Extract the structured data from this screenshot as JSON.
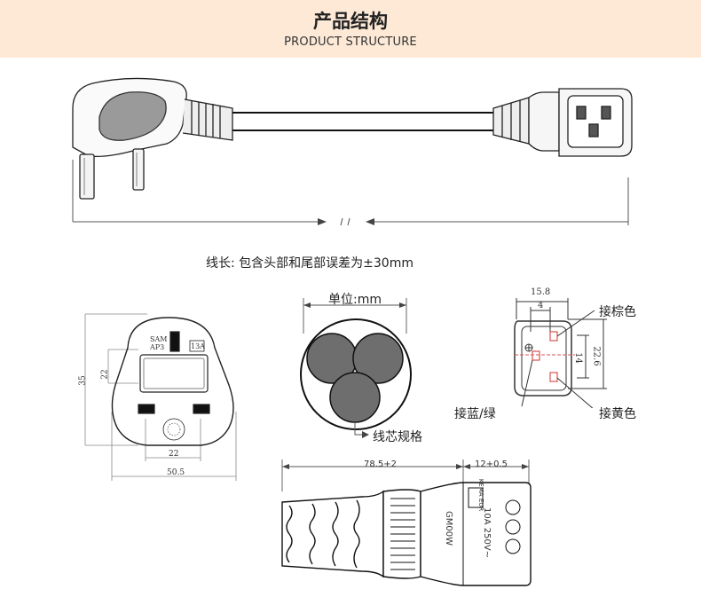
{
  "header": {
    "title_cn": "产品结构",
    "title_en": "PRODUCT STRUCTURE"
  },
  "cable": {
    "length_note": "线长: 包含头部和尾部误差为±30mm"
  },
  "uk_plug_drawing": {
    "dim_height": "35",
    "dim_inner_height": "22",
    "dim_pin_spacing": "22",
    "dim_width": "50.5",
    "marking_1": "SAM",
    "marking_2": "AP3",
    "rating_box": "13A"
  },
  "cross_section": {
    "unit_label": "单位:mm",
    "core_label": "线芯规格"
  },
  "connector_face": {
    "dim_top": "15.8",
    "dim_inner": "4",
    "dim_right_inner": "14",
    "dim_right_outer": "22.6",
    "label_brown": "接棕色",
    "label_blue_green": "接蓝/绿",
    "label_yellow": "接黄色",
    "wire_color_marks": "#d9534f"
  },
  "connector_side": {
    "dim_length": "78.5+2",
    "dim_head": "12+0.5",
    "marking_model": "GM00W",
    "marking_rating": "10A 250V~",
    "marking_cert": "KEMA EUR"
  }
}
